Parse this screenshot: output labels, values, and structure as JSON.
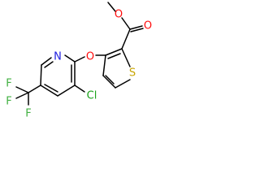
{
  "molecule": {
    "atoms": {
      "ester_o_upper": "O",
      "ester_o_lower": "O",
      "ether_o": "O",
      "pyridine_n": "N",
      "chlorine": "Cl",
      "thiophene_s": "S",
      "fluorine_1": "F",
      "fluorine_2": "F",
      "fluorine_3": "F"
    }
  },
  "colors": {
    "bond": "#000000",
    "oxygen": "#ff0d0d",
    "nitrogen": "#2020e0",
    "chlorine": "#1aa31a",
    "sulfur": "#c8a400",
    "fluorine": "#40b040"
  }
}
